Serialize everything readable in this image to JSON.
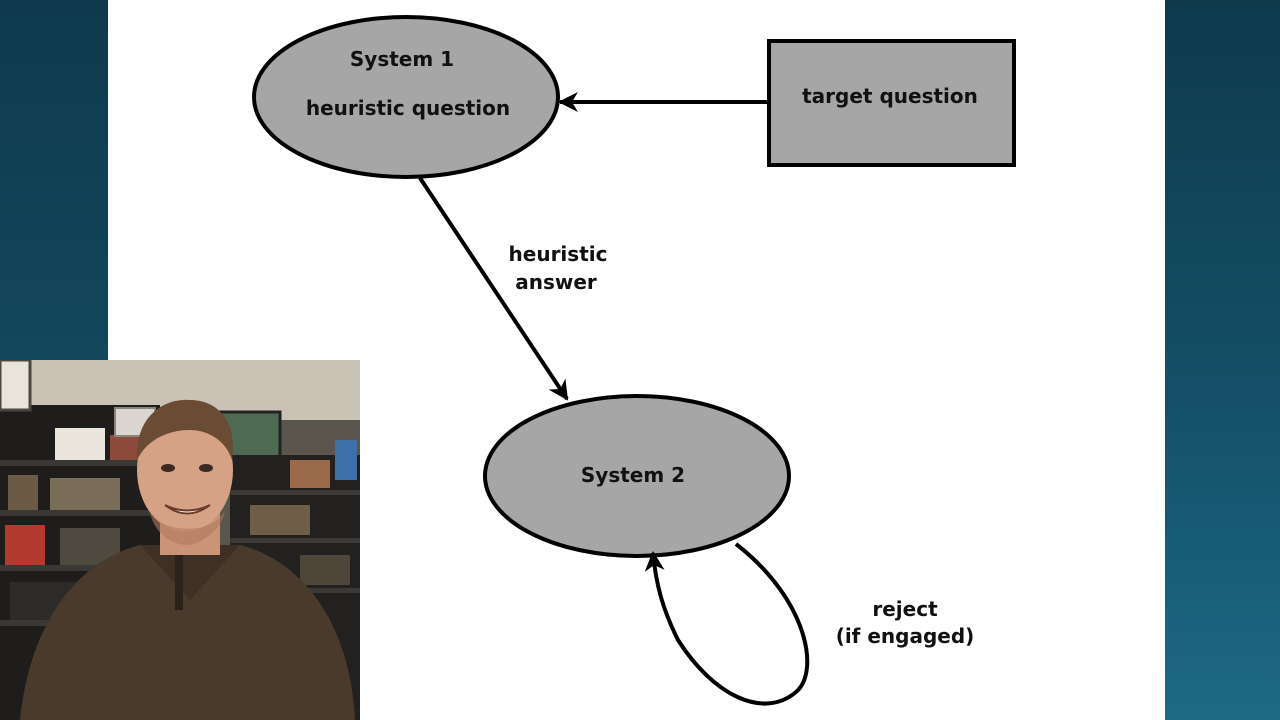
{
  "diagram": {
    "nodes": {
      "system1": {
        "title": "System 1",
        "subtitle": "heuristic question"
      },
      "target": {
        "label": "target question"
      },
      "system2": {
        "label": "System 2"
      }
    },
    "edges": {
      "target_to_system1": {
        "label": ""
      },
      "system1_to_system2": {
        "label_line1": "heuristic",
        "label_line2": "answer"
      },
      "system2_loop": {
        "label_line1": "reject",
        "label_line2": "(if engaged)"
      }
    },
    "colors": {
      "node_fill": "#a6a6a6",
      "stroke": "#000000",
      "slide_background": "#ffffff"
    }
  },
  "webcam": {
    "description_icon": "presenter-webcam-feed"
  }
}
